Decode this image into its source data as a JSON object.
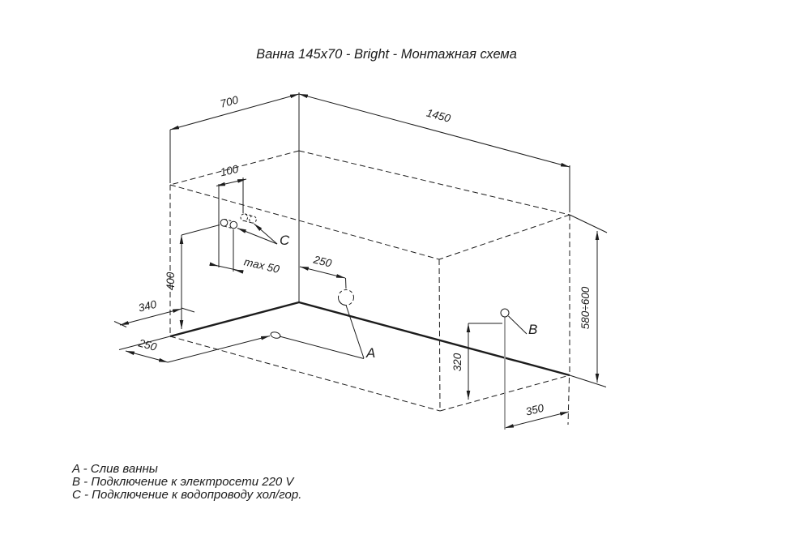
{
  "title": "Ванна 145x70 - Bright - Монтажная схема",
  "legend": {
    "drain": "A - Слив ванны",
    "power": "B - Подключение к электросети 220 V",
    "water": "C - Подключение к водопроводу хол/гор."
  },
  "point_labels": {
    "drain": "A",
    "power": "B",
    "water": "C"
  },
  "dims": {
    "tub_width": "700",
    "tub_length": "1450",
    "water_offset": "100",
    "water_spacing": "max 50",
    "drain_from_corner": "250",
    "drain_from_wall": "250",
    "water_height": "400",
    "drain_side_offset": "340",
    "power_height": "320",
    "power_offset": "350",
    "install_height": "580÷600"
  },
  "colors": {
    "line": "#1c1c1c",
    "muted": "#9a9a9a",
    "background": "#ffffff"
  }
}
